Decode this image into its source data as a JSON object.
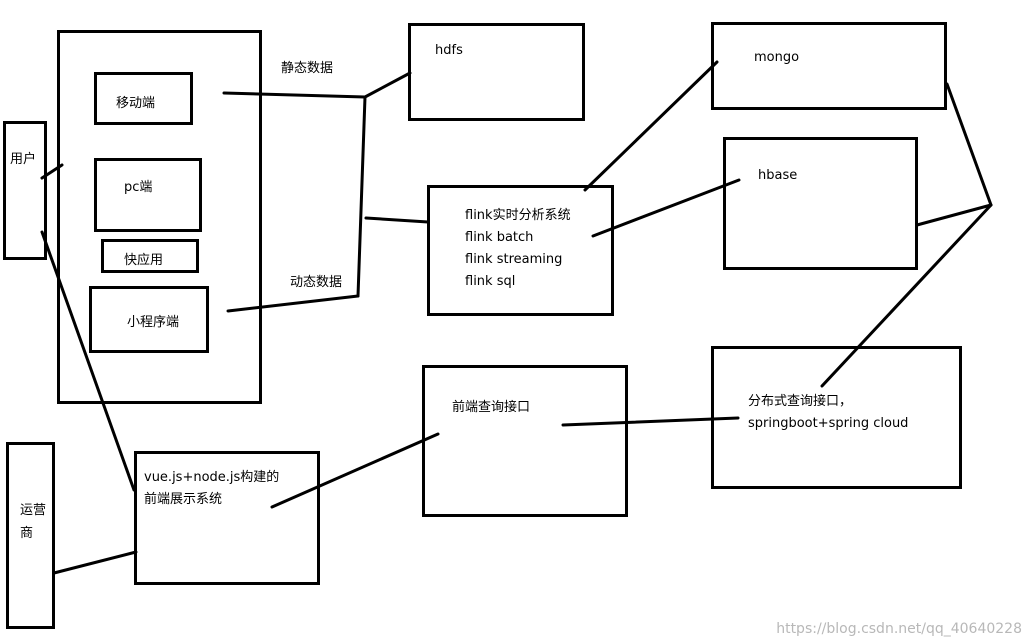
{
  "labels": {
    "user": "用户",
    "operator": "运营商",
    "mobile": "移动端",
    "pc": "pc端",
    "quickapp": "快应用",
    "miniprogram": "小程序端",
    "static_data": "静态数据",
    "dynamic_data": "动态数据",
    "hdfs": "hdfs",
    "flink": [
      "flink实时分析系统",
      "flink batch",
      "flink streaming",
      "flink sql"
    ],
    "mongo": "mongo",
    "hbase": "hbase",
    "frontend_query": "前端查询接口",
    "distributed_query": [
      "分布式查询接口，",
      "springboot+spring cloud"
    ],
    "frontend_display": [
      "vue.js+node.js构建的",
      "前端展示系统"
    ]
  },
  "watermark": "https://blog.csdn.net/qq_40640228"
}
